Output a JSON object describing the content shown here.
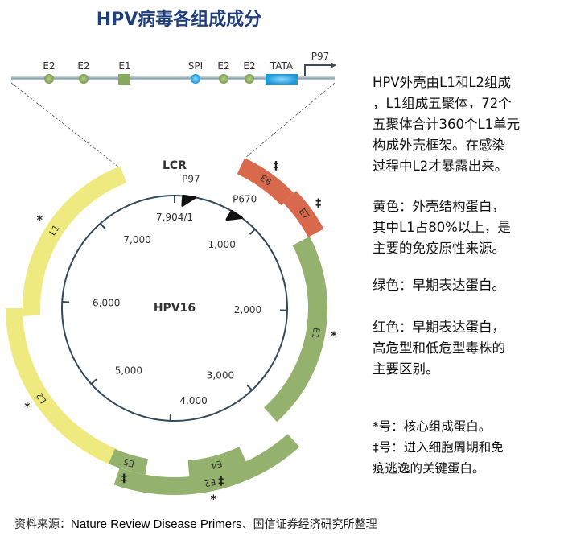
{
  "title": "HPV病毒各组成成分",
  "strip": {
    "elements": [
      "E2",
      "E2",
      "E1",
      "SPI",
      "E2",
      "E2",
      "TATA"
    ],
    "promoter": "P97"
  },
  "genome": {
    "name": "HPV16",
    "region": "LCR",
    "length_bp": 7904,
    "ticks": [
      "7,904/1",
      "1,000",
      "2,000",
      "3,000",
      "4,000",
      "5,000",
      "6,000",
      "7,000"
    ],
    "promoters": [
      {
        "label": "P97",
        "pos": 97
      },
      {
        "label": "P670",
        "pos": 670
      }
    ],
    "genes": [
      {
        "name": "L1",
        "start": 5862,
        "end": 7443,
        "color": "#efea80",
        "mark": "*"
      },
      {
        "name": "L2",
        "start": 4435,
        "end": 5928,
        "color": "#efea80",
        "mark": "*"
      },
      {
        "name": "E6",
        "start": 549,
        "end": 1010,
        "color": "#d9694c",
        "mark": "‡"
      },
      {
        "name": "E7",
        "start": 1010,
        "end": 1361,
        "color": "#d9694c",
        "mark": "‡"
      },
      {
        "name": "E1",
        "start": 1361,
        "end": 3030,
        "color": "#94b26e",
        "mark": "*"
      },
      {
        "name": "E2",
        "start": 3030,
        "end": 4369,
        "color": "#94b26e",
        "mark": "*"
      },
      {
        "name": "E4",
        "start": 3403,
        "end": 3842,
        "color": "#94b26e",
        "mark": "‡"
      },
      {
        "name": "E5",
        "start": 4172,
        "end": 4457,
        "color": "#94b26e",
        "mark": "‡"
      }
    ]
  },
  "notes": {
    "p1": "HPV外壳由L1和L2组成\n，L1组成五聚体，72个\n五聚体合计360个L1单元\n构成外壳框架。在感染\n过程中L2才暴露出来。",
    "p2": "黄色：外壳结构蛋白，\n其中L1占80%以上，是\n主要的免疫原性来源。",
    "p3": "绿色：早期表达蛋白。",
    "p4": "红色：早期表达蛋白，\n高危型和低危型毒株的\n主要区别。",
    "p5": "*号：核心组成蛋白。\n‡号：进入细胞周期和免\n疫逃逸的关键蛋白。"
  },
  "footer": {
    "prefix": "资料来源：",
    "source": "Nature Review Disease Primers",
    "suffix": "、国信证券经济研究所整理"
  }
}
